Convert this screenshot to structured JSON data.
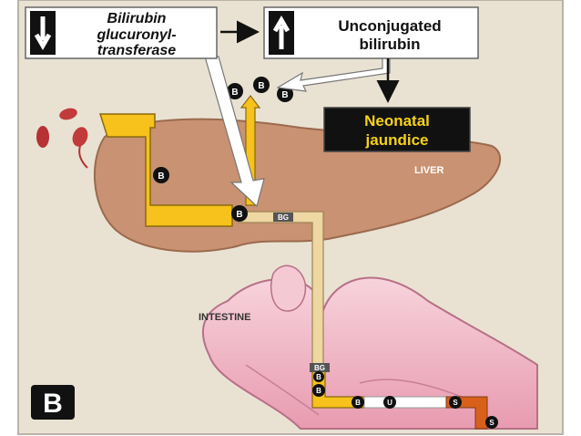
{
  "labels": {
    "enzyme_line1": "Bilirubin",
    "enzyme_line2": "glucuronyl-",
    "enzyme_line3": "transferase",
    "unconj_line1": "Unconjugated",
    "unconj_line2": "bilirubin",
    "jaundice_line1": "Neonatal",
    "jaundice_line2": "jaundice",
    "liver": "LIVER",
    "intestine": "INTESTINE",
    "panel_letter": "B"
  },
  "molecules": {
    "bilirubin": "B",
    "conjugated": "BG",
    "urobilinogen": "U",
    "stercobilin": "S"
  },
  "colors": {
    "panel_bg": "#e9e2d2",
    "liver": "#c99272",
    "bile_yellow": "#f6c21b",
    "bile_tan": "#eed7a2",
    "jaundice_box": "#111111",
    "jaundice_text": "#f5d21a",
    "stercobilin": "#d9601a"
  },
  "icons": {
    "down": "arrow-down-icon",
    "up": "arrow-up-icon",
    "rbc": "red-blood-cell-icon"
  }
}
